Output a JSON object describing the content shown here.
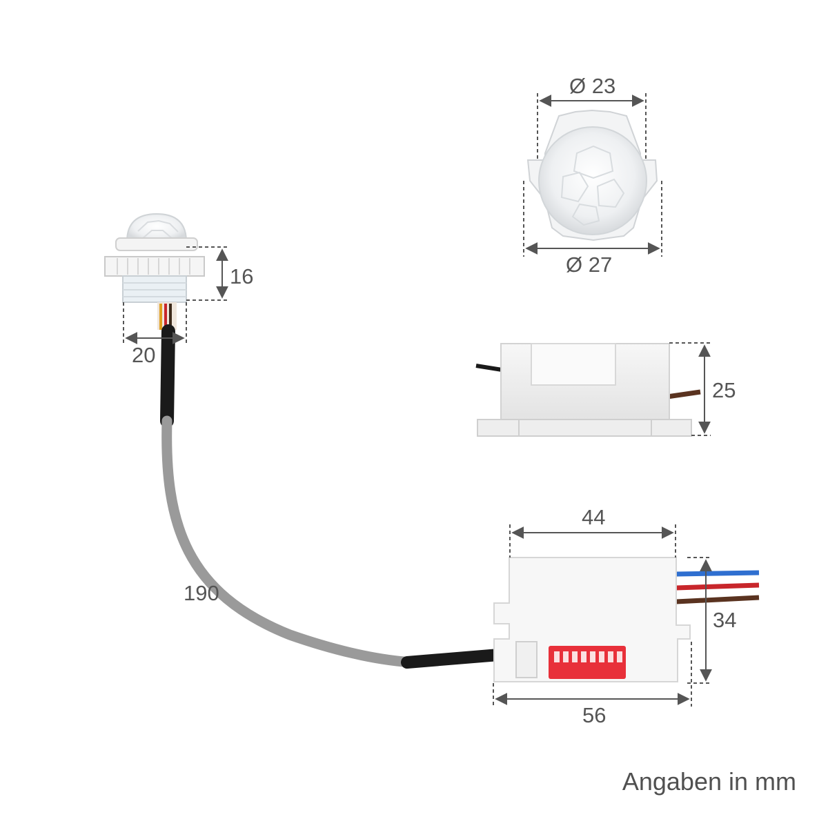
{
  "dimensions": {
    "sensor_height": "16",
    "sensor_width": "20",
    "cable_length": "190",
    "lens_inner_diameter": "Ø 23",
    "lens_outer_diameter": "Ø 27",
    "box_height": "25",
    "box_inner_length": "44",
    "box_total_length": "56",
    "box_width": "34"
  },
  "footnote": "Angaben in mm",
  "colors": {
    "dimension_line": "#555555",
    "label_text": "#555555",
    "housing": "#f2f2f2",
    "dip_switch": "#e8303a",
    "wire_blue": "#2f6fd0",
    "wire_red": "#c8262b",
    "wire_brown": "#5a3320",
    "cable_grey": "#9a9a9a",
    "cable_black": "#1a1a1a"
  },
  "icons": [
    "pir-sensor-head",
    "pir-lens-top-view",
    "control-box-side-view",
    "control-box-top-view"
  ]
}
